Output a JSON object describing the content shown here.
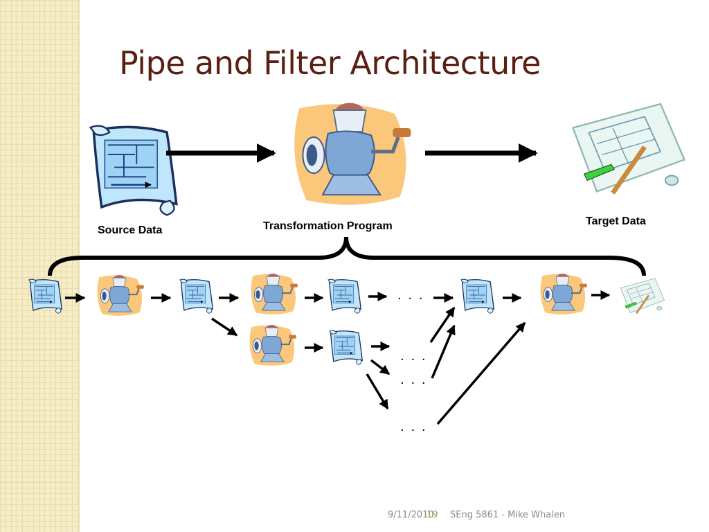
{
  "slide": {
    "title": "Pipe and Filter Architecture",
    "labels": {
      "source": "Source Data",
      "transform": "Transformation Program",
      "target": "Target Data"
    },
    "ellipsis": ". . .",
    "footer": {
      "date": "9/11/2010",
      "page": "19",
      "course": "SEng 5861 - Mike Whalen"
    }
  },
  "colors": {
    "title": "#5a1f12",
    "sidebar": "#f6ecc6",
    "scroll_blue": "#9fd3f5",
    "grinder_bg": "#fbc77a",
    "grinder_body": "#7fa7d6"
  },
  "icons": [
    "scroll-data-icon",
    "meat-grinder-icon",
    "blueprint-pencil-icon",
    "arrow-icon",
    "curly-brace"
  ]
}
